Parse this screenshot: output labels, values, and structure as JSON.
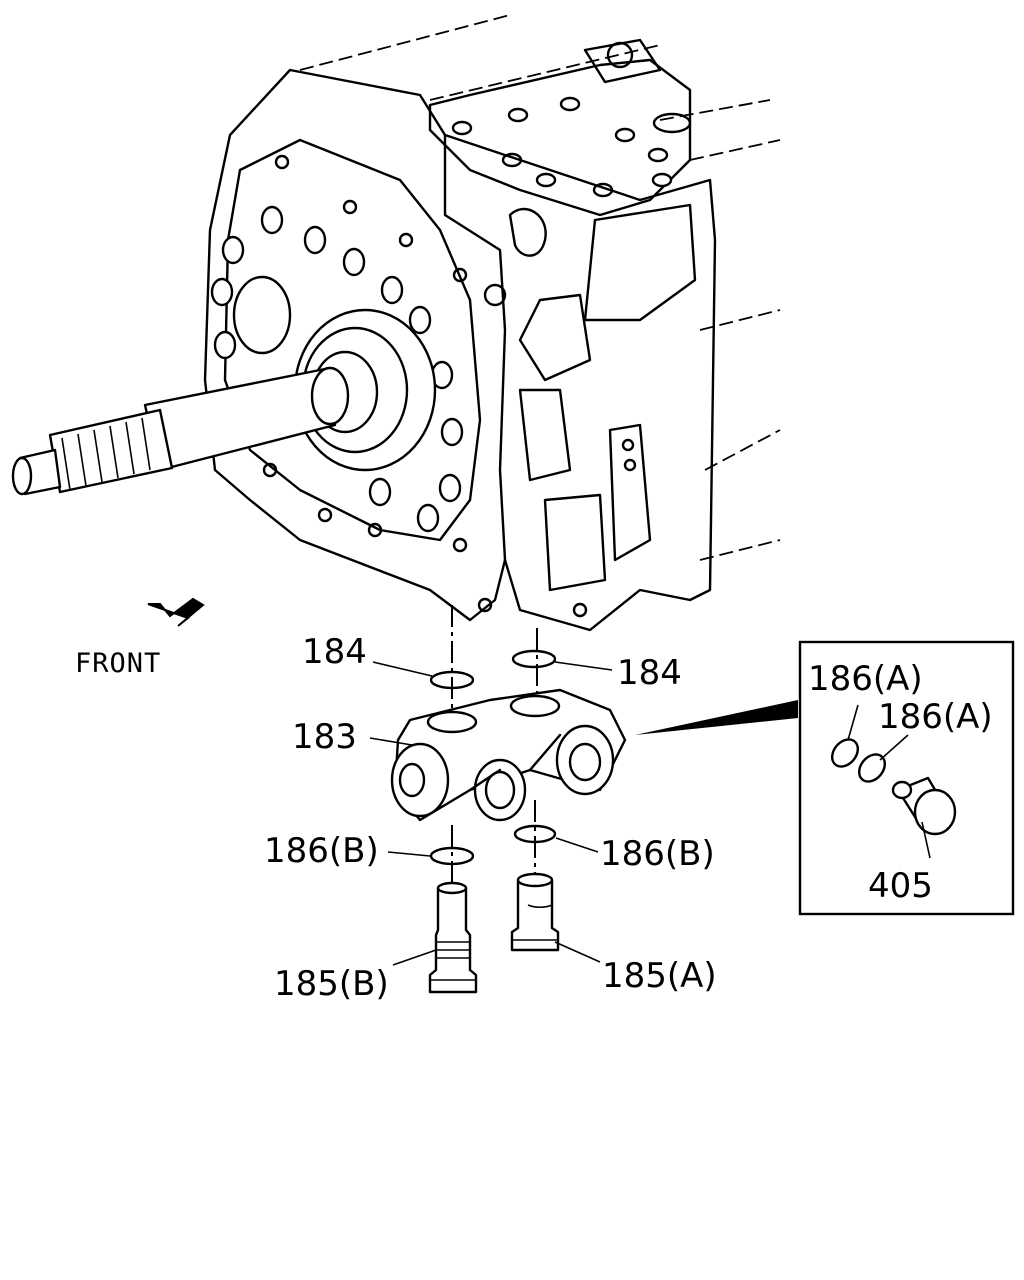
{
  "direction": {
    "label": "FRONT",
    "icon": "front-arrow-icon"
  },
  "callouts": {
    "c184_left": "184",
    "c184_right": "184",
    "c183": "183",
    "c186b_left": "186(B)",
    "c186b_right": "186(B)",
    "c185b": "185(B)",
    "c185a": "185(A)"
  },
  "detail": {
    "c186a_1": "186(A)",
    "c186a_2": "186(A)",
    "c405": "405"
  }
}
